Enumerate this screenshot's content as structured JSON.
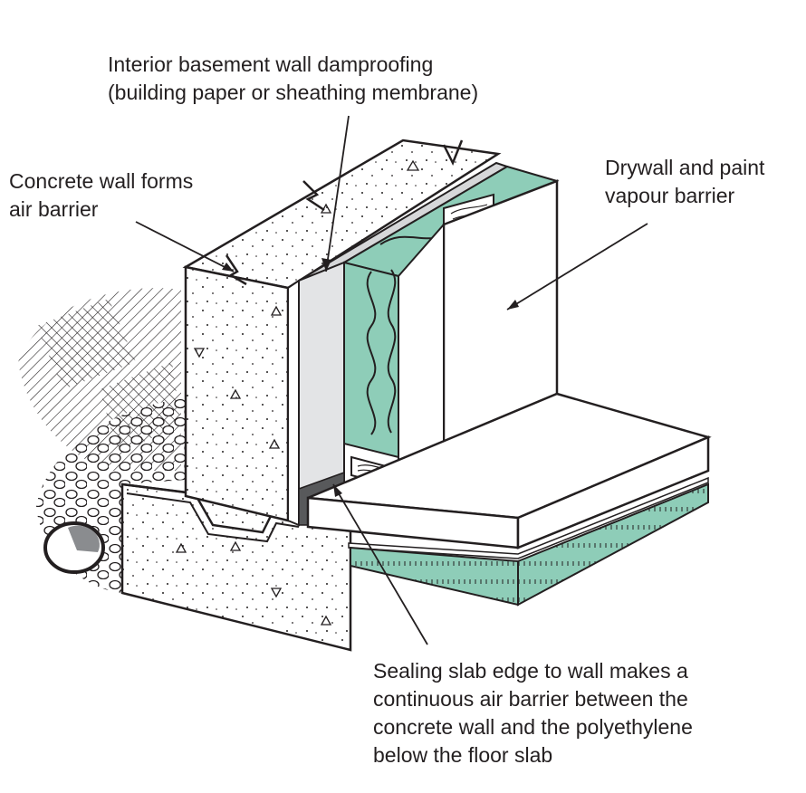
{
  "labels": {
    "damproofing": {
      "line1": "Interior basement wall damproofing",
      "line2": "(building paper or sheathing membrane)"
    },
    "concrete": {
      "line1": "Concrete wall forms",
      "line2": "air barrier"
    },
    "drywall": {
      "line1": "Drywall and paint",
      "line2": "vapour barrier"
    },
    "sealing": {
      "line1": "Sealing slab edge to wall makes a",
      "line2": "continuous air barrier between the",
      "line3": "concrete wall and the polyethylene",
      "line4": "below the floor slab"
    }
  },
  "colors": {
    "insulation": "#8ecdb8",
    "damproofing": "#e3e4e6",
    "line": "#231f20",
    "drain_fill": "#8a8c8f",
    "sealant": "#58595b"
  }
}
